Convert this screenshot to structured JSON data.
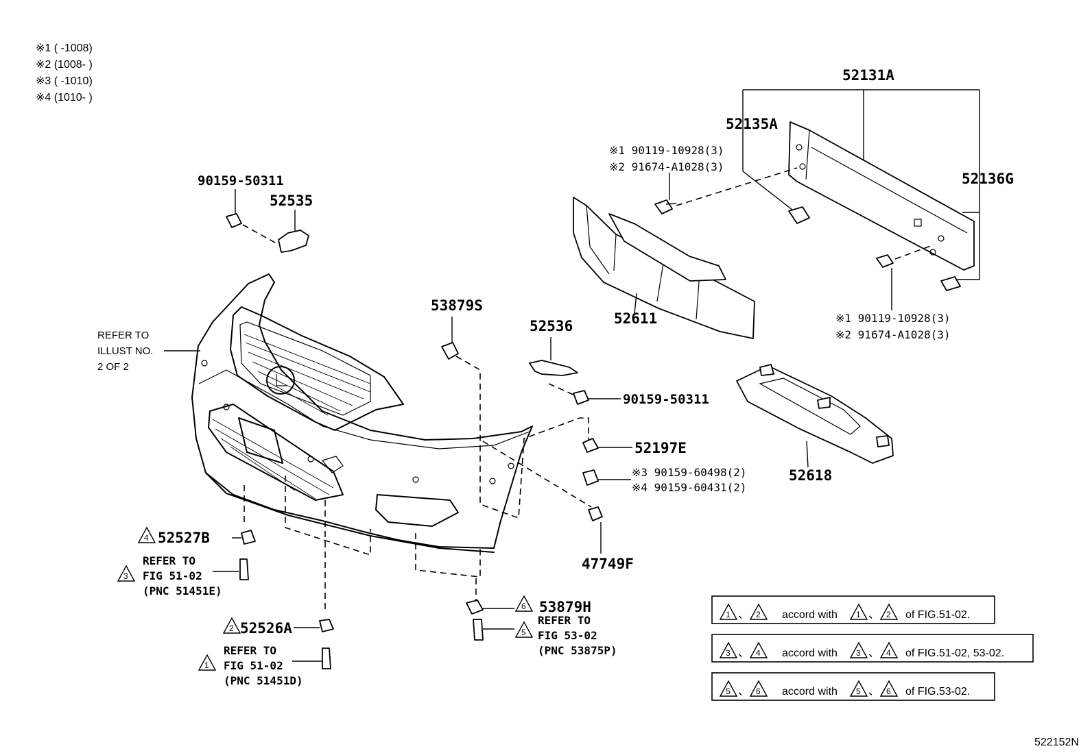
{
  "legend": {
    "line1": "※1 (      -1008)",
    "line2": "※2 (1008-      )",
    "line3": "※3 (      -1010)",
    "line4": "※4 (1010-      )"
  },
  "parts": {
    "p52131A": "52131A",
    "p52135A": "52135A",
    "p52136G": "52136G",
    "p52611": "52611",
    "p52618": "52618",
    "p52535": "52535",
    "p52536": "52536",
    "p53879S": "53879S",
    "p52197E": "52197E",
    "p47749F": "47749F",
    "p52527B": "52527B",
    "p52526A": "52526A",
    "p53879H": "53879H",
    "p90159_top": "90159-50311",
    "p90159_mid": "90159-50311",
    "bolt_top_1": "※1 90119-10928(3)",
    "bolt_top_2": "※2 91674-A1028(3)",
    "bolt_bot_1": "※1 90119-10928(3)",
    "bolt_bot_2": "※2 91674-A1028(3)",
    "screw_3": "※3 90159-60498(2)",
    "screw_4": "※4 90159-60431(2)",
    "footer_id": "522152N"
  },
  "refs": {
    "illust_1": "REFER TO",
    "illust_2": "ILLUST NO.",
    "illust_3": "2 OF 2",
    "r3_1": "REFER TO",
    "r3_2": "FIG 51-02",
    "r3_3": "(PNC 51451E)",
    "r1_1": "REFER TO",
    "r1_2": "FIG 51-02",
    "r1_3": "(PNC 51451D)",
    "r5_1": "REFER TO",
    "r5_2": "FIG 53-02",
    "r5_3": "(PNC 53875P)"
  },
  "triangles": {
    "t1": "1",
    "t2": "2",
    "t3": "3",
    "t4": "4",
    "t5": "5",
    "t6": "6"
  },
  "accord": {
    "row1_sep": "、",
    "row1_mid": "accord with",
    "row1_sep2": "、",
    "row1_end": "of FIG.51-02.",
    "row2_sep": "、",
    "row2_mid": "accord with",
    "row2_sep2": "、",
    "row2_end": "of FIG.51-02, 53-02.",
    "row3_sep": "、",
    "row3_mid": "accord with",
    "row3_sep2": "、",
    "row3_end": "of FIG.53-02."
  }
}
